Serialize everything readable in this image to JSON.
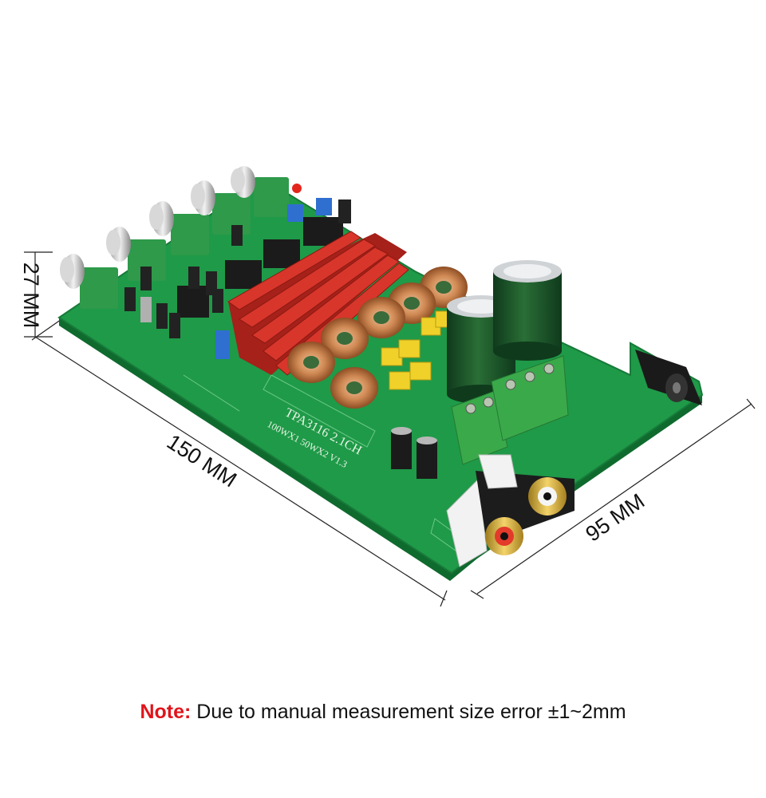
{
  "dimensions": {
    "height": "27 MM",
    "length": "150 MM",
    "width": "95 MM"
  },
  "board": {
    "model": "TPA3116 2.1CH",
    "power": "100WX1 50WX2 V1.3"
  },
  "note": {
    "label": "Note:",
    "text": " Due to manual measurement size error ±1~2mm"
  },
  "colors": {
    "pcb": "#1f9a48",
    "heatsink": "#d8362b",
    "note_label": "#e0141b",
    "terminal": "#3aa94a",
    "capacitor": "#1f5a2c"
  }
}
